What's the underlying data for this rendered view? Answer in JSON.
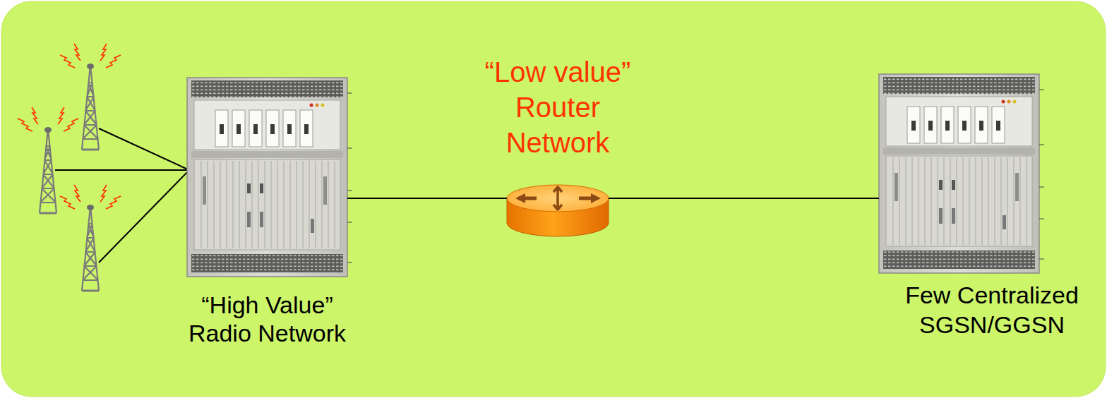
{
  "diagram": {
    "nodes": [
      {
        "text": [
          "“High Value” Radio Network"
        ]
      },
      {
        "text": [
          "“Low value” Router Network"
        ]
      },
      {
        "text": [
          "Few Centralized SGSN/GGSN"
        ]
      }
    ],
    "edges": [
      {
        "from": 0,
        "to": 1,
        "arrow": "none"
      },
      {
        "from": 1,
        "to": 2,
        "arrow": "none"
      }
    ]
  }
}
